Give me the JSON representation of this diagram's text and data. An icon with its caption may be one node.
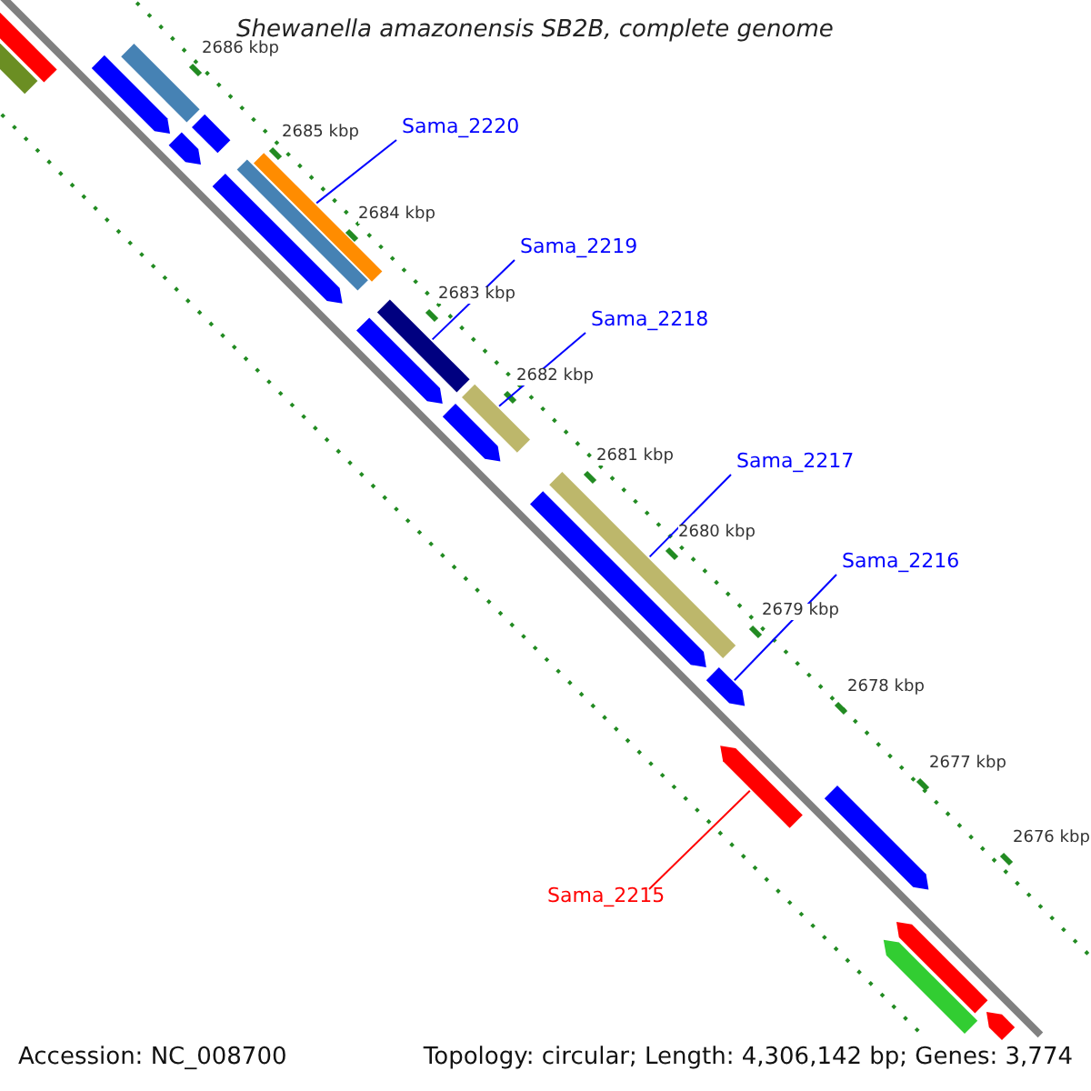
{
  "diagram": {
    "title": "Shewanella amazonensis SB2B, complete genome",
    "nodes": [
      {
        "text": [],
        "shape": "pentagon"
      },
      {
        "text": [],
        "shape": "bar"
      },
      {
        "text": [],
        "shape": "pentagon"
      },
      {
        "text": [],
        "shape": "bar"
      },
      {
        "text": [],
        "shape": "pentagon"
      },
      {
        "text": [],
        "shape": "bar"
      },
      {
        "text": [
          "Sama_2220"
        ]
      },
      {
        "text": [],
        "shape": "pentagon"
      },
      {
        "text": [],
        "shape": "bar"
      },
      {
        "text": [],
        "shape": "bar"
      },
      {
        "text": [
          "Sama_2219"
        ]
      },
      {
        "text": [],
        "shape": "pentagon"
      },
      {
        "text": [],
        "shape": "bar"
      },
      {
        "text": [
          "Sama_2218"
        ]
      },
      {
        "text": [],
        "shape": "bar"
      },
      {
        "text": [],
        "shape": "pentagon"
      },
      {
        "text": [
          "Sama_2217"
        ]
      },
      {
        "text": [],
        "shape": "pentagon"
      },
      {
        "text": [],
        "shape": "bar"
      },
      {
        "text": [
          "Sama_2216"
        ]
      },
      {
        "text": [],
        "shape": "pentagon"
      },
      {
        "text": [],
        "shape": "pentagon"
      },
      {
        "text": [],
        "shape": "pentagon"
      },
      {
        "text": [
          "Sama_2215"
        ]
      },
      {
        "text": [],
        "shape": "pentagon"
      },
      {
        "text": [],
        "shape": "pentagon"
      },
      {
        "text": [],
        "shape": "pentagon"
      }
    ],
    "edges": [
      {
        "from": 6,
        "to": 9,
        "arrow": "none"
      },
      {
        "from": 10,
        "to": 12,
        "arrow": "none"
      },
      {
        "from": 13,
        "to": 14,
        "arrow": "none"
      },
      {
        "from": 16,
        "to": 18,
        "arrow": "none"
      },
      {
        "from": 19,
        "to": 20,
        "arrow": "none"
      },
      {
        "from": 23,
        "to": 21,
        "arrow": "none",
        "color": "#ff0000"
      }
    ],
    "labels": [
      "2686 kbp",
      "2685 kbp",
      "2684 kbp",
      "2683 kbp",
      "2682 kbp",
      "2681 kbp",
      "2680 kbp",
      "2679 kbp",
      "2678 kbp",
      "2677 kbp",
      "2676 kbp",
      "Accession: NC_008700",
      "Topology: circular; Length: 4,306,142 bp; Genes: 3,774"
    ]
  }
}
